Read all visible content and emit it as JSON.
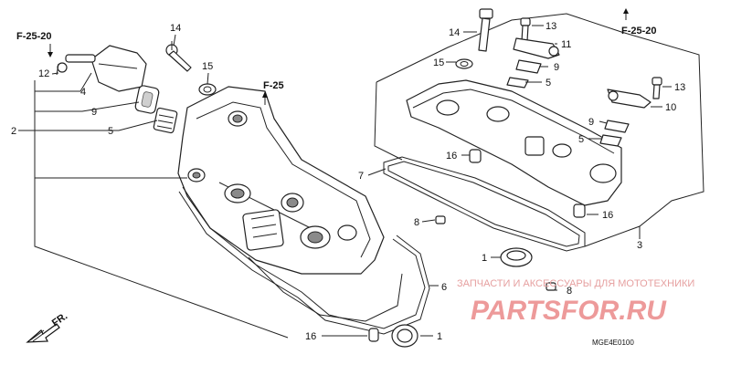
{
  "callouts": {
    "n1": "1",
    "n2": "2",
    "n3": "3",
    "n4": "4",
    "n5": "5",
    "n6": "6",
    "n7": "7",
    "n8": "8",
    "n9": "9",
    "n10": "10",
    "n11": "11",
    "n12": "12",
    "n13": "13",
    "n14": "14",
    "n15": "15",
    "n16": "16"
  },
  "refs": {
    "f2520": "F-25-20",
    "f25": "F-25",
    "fr": "FR."
  },
  "diagram_code": "MGE4E0100",
  "watermark": {
    "line1": "ЗАПЧАСТИ И АКСЕССУАРЫ ДЛЯ МОТОТЕХНИКИ",
    "brand": "PARTSFOR.RU"
  }
}
